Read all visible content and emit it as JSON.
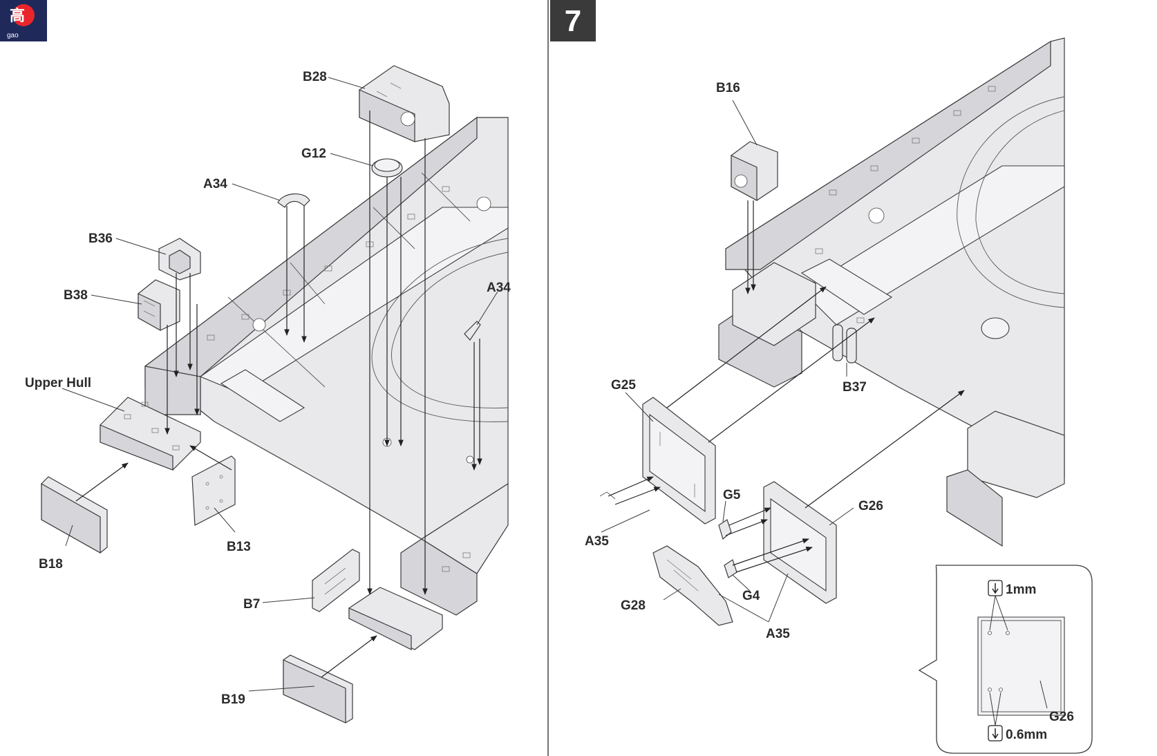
{
  "logo": {
    "text": "高",
    "subtext": "gao",
    "colors": {
      "bg": "#1f2a5a",
      "accent": "#e8262b"
    }
  },
  "step": {
    "number": "7"
  },
  "left_labels": {
    "b28": "B28",
    "g12": "G12",
    "a34_left": "A34",
    "a34_right": "A34",
    "b36": "B36",
    "b38": "B38",
    "upper_hull": "Upper Hull",
    "b18": "B18",
    "b13": "B13",
    "b7": "B7",
    "b19": "B19"
  },
  "right_labels": {
    "b16": "B16",
    "b37": "B37",
    "g25": "G25",
    "a35_left": "A35",
    "g5": "G5",
    "g26": "G26",
    "g28": "G28",
    "g4": "G4",
    "a35_right": "A35"
  },
  "detail_box": {
    "drill_top": "1mm",
    "drill_bottom": "0.6mm",
    "part": "G26"
  },
  "colors": {
    "line": "#3a3a3a",
    "part_fill": "#e9e9ec",
    "part_shade": "#d6d6da",
    "step_bg": "#3a3a3a"
  }
}
